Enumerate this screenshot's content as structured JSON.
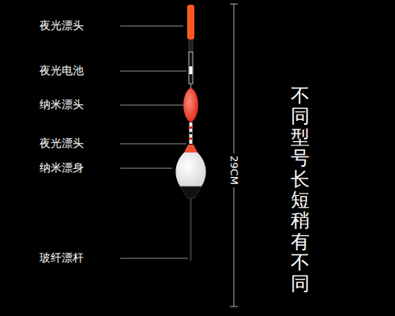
{
  "diagram": {
    "labels": [
      "夜光漂头",
      "夜光电池",
      "纳米漂头",
      "夜光漂头",
      "纳米漂身",
      "玻纤漂杆",
      "29CM",
      "不同型号长短稍有不同"
    ]
  }
}
